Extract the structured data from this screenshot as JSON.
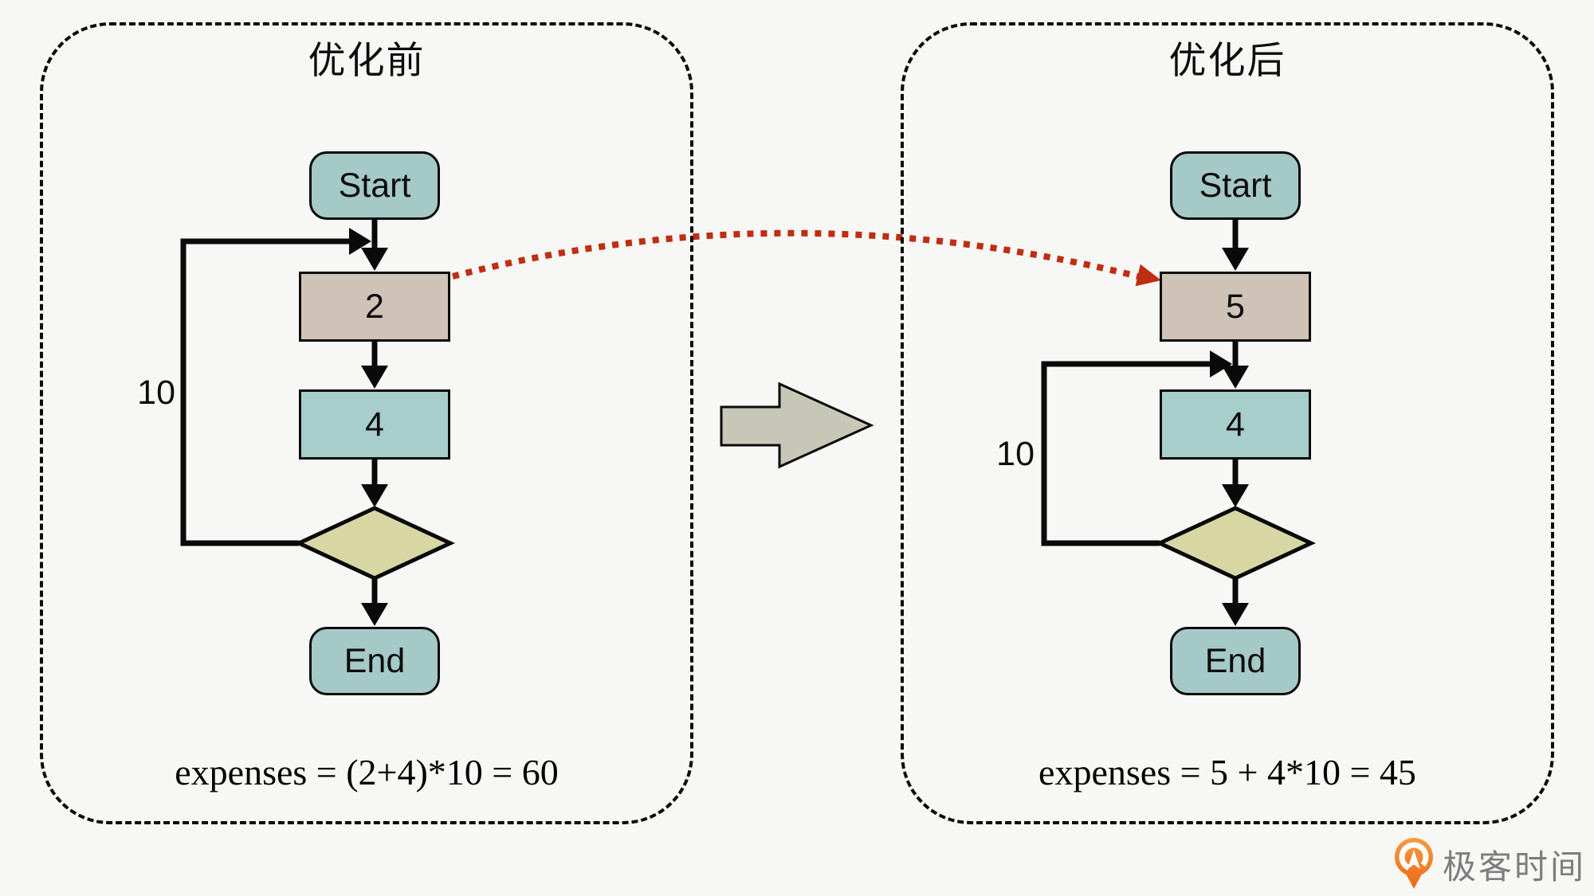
{
  "panels": {
    "before": {
      "title": "优化前",
      "nodes": {
        "start": "Start",
        "step1": "2",
        "step2": "4",
        "end": "End"
      },
      "loop_label": "10",
      "formula": "expenses = (2+4)*10 = 60"
    },
    "after": {
      "title": "优化后",
      "nodes": {
        "start": "Start",
        "step1": "5",
        "step2": "4",
        "end": "End"
      },
      "loop_label": "10",
      "formula": "expenses = 5 + 4*10 = 45"
    }
  },
  "logo": {
    "text": "极客时间"
  },
  "colors": {
    "canvas_bg": "#f7f7f5",
    "outline": "#0a0a0a",
    "terminal_fill": "#a5c9c7",
    "step1_fill": "#cfc2b7",
    "step2_fill": "#a8cecb",
    "diamond_fill": "#d8d7a4",
    "block_arrow_fill": "#c7c7b8",
    "red_arrow": "#bf2d12",
    "logo_orange_light": "#f79b43",
    "logo_orange_dark": "#ec6816",
    "logo_text_color": "#7d7d7d"
  }
}
